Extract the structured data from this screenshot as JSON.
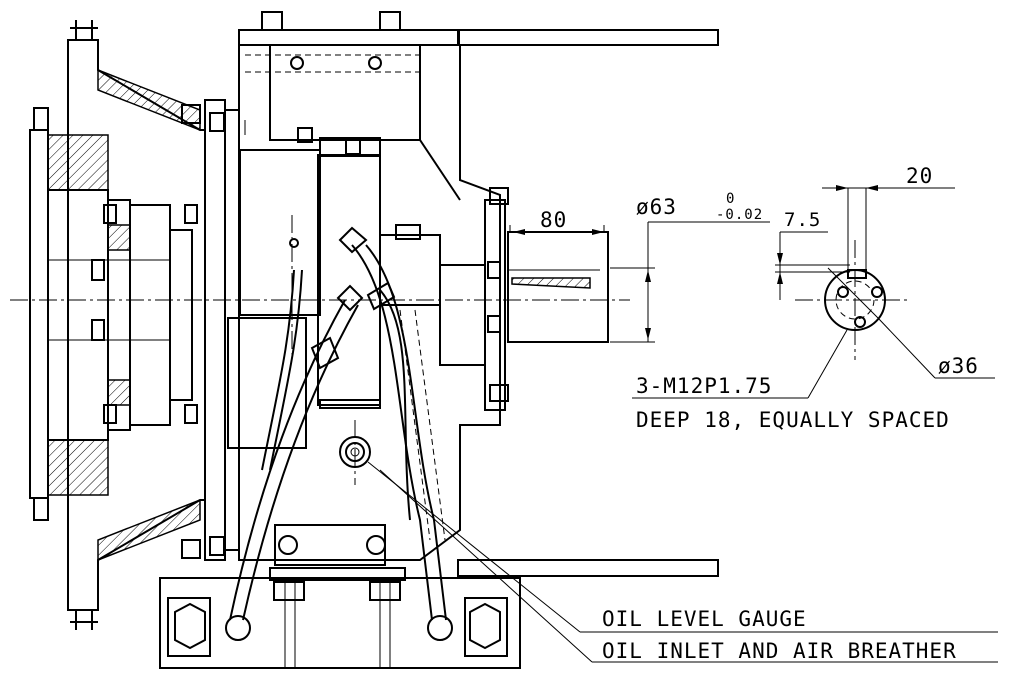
{
  "dimensions": {
    "shaft_length": "80",
    "shaft_diameter": "ø63",
    "tol_upper": "0",
    "tol_lower": "-0.02",
    "key_depth": "7.5",
    "key_width": "20",
    "pcd": "ø36",
    "thread": "3-M12P1.75",
    "thread_note": "DEEP 18, EQUALLY SPACED"
  },
  "callouts": {
    "oil_level": "OIL LEVEL GAUGE",
    "oil_inlet": "OIL INLET AND AIR BREATHER"
  }
}
